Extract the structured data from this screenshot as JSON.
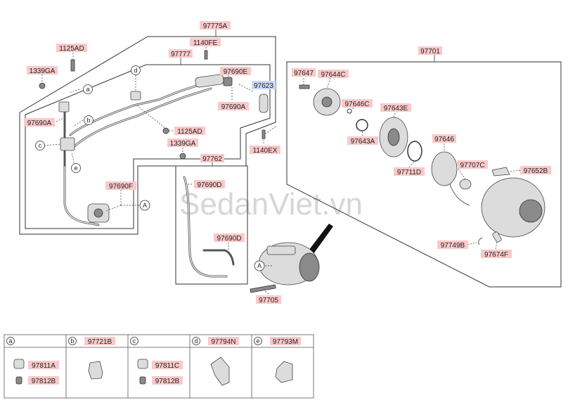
{
  "watermark": "SedanViet.vn",
  "colors": {
    "label_bg": "#f9c9c9",
    "label_highlight_bg": "#c9d9f5"
  },
  "labels": {
    "p97775A": "97775A",
    "p97701": "97701",
    "p1125AD_top": "1125AD",
    "p1140FE": "1140FE",
    "p97777": "97777",
    "p1339GA_top": "1339GA",
    "p97690E": "97690E",
    "p97623": "97623",
    "p97690A_left": "97690A",
    "p97690A_right": "97690A",
    "p1125AD_mid": "1125AD",
    "p1339GA_mid": "1339GA",
    "p1140EX": "1140EX",
    "p97762": "97762",
    "p97690F": "97690F",
    "p97690D_top": "97690D",
    "p97690D_bot": "97690D",
    "p97705": "97705",
    "p97647": "97647",
    "p97644C": "97644C",
    "p97646C": "97646C",
    "p97643E": "97643E",
    "p97643A": "97643A",
    "p97711D": "97711D",
    "p97646": "97646",
    "p97707C": "97707C",
    "p97652B": "97652B",
    "p97749B": "97749B",
    "p97674F": "97674F"
  },
  "callouts": {
    "a": "a",
    "b": "b",
    "c": "c",
    "d": "d",
    "e": "e",
    "A": "A"
  },
  "legend": [
    {
      "letter": "a",
      "parts": [
        "97811A",
        "97812B"
      ]
    },
    {
      "letter": "b",
      "parts": [
        "97721B"
      ]
    },
    {
      "letter": "c",
      "parts": [
        "97811C",
        "97812B"
      ]
    },
    {
      "letter": "d",
      "parts": [
        "97794N"
      ]
    },
    {
      "letter": "e",
      "parts": [
        "97793M"
      ]
    }
  ]
}
